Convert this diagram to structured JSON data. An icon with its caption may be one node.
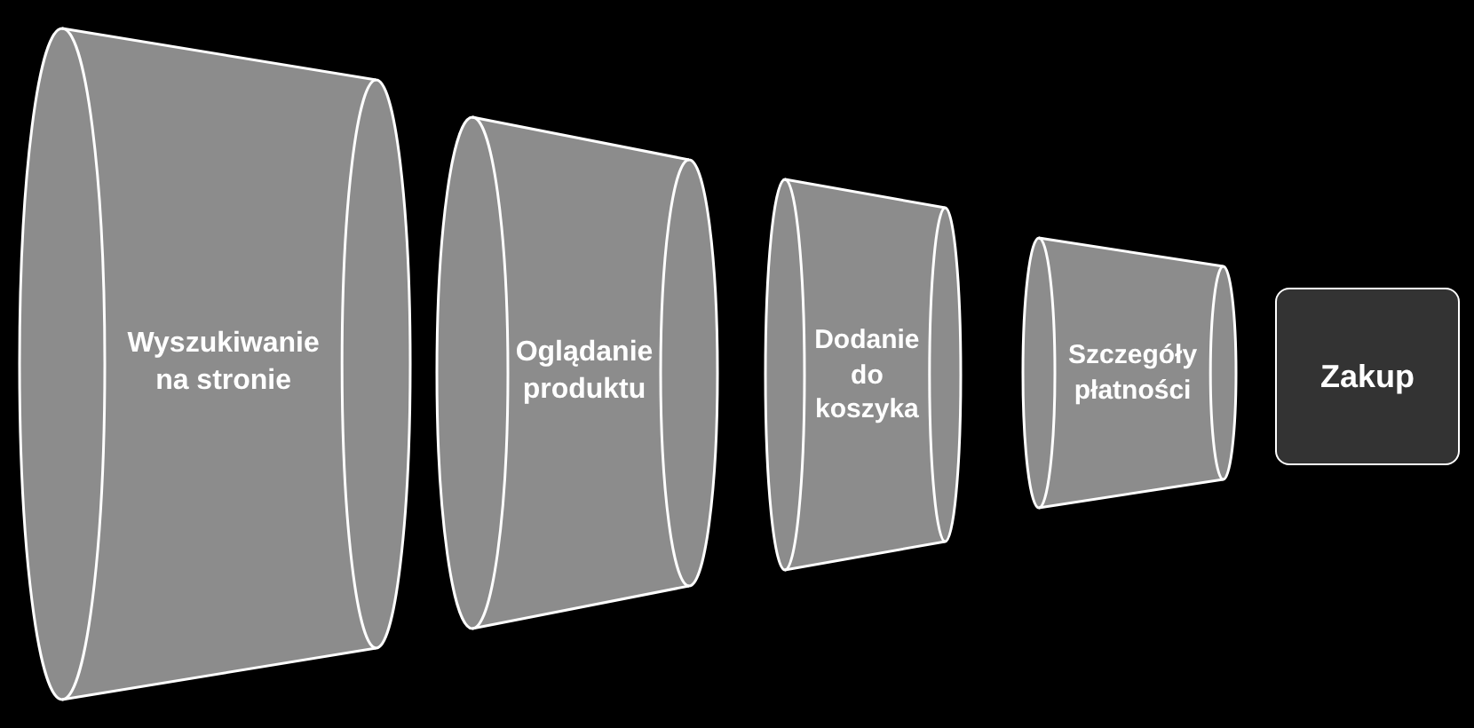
{
  "diagram": {
    "nodes": [
      {
        "text": [
          "Wyszukiwanie na stronie"
        ]
      },
      {
        "text": [
          "Oglądanie produktu"
        ]
      },
      {
        "text": [
          "Dodanie do koszyka"
        ]
      },
      {
        "text": [
          "Szczegóły płatności"
        ]
      },
      {
        "text": [
          "Zakup"
        ]
      }
    ]
  }
}
